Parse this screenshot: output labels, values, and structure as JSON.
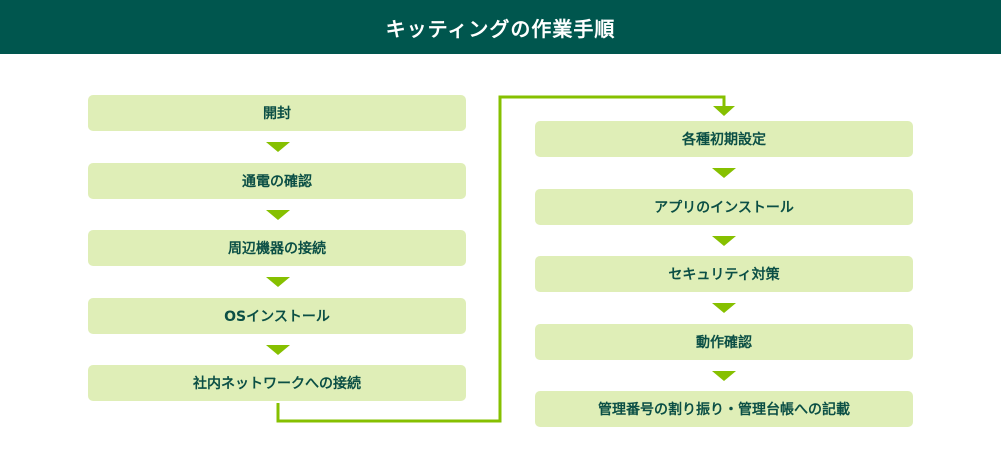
{
  "title": "キッティングの作業手順",
  "left_steps": [
    "開封",
    "通電の確認",
    "周辺機器の接続",
    "OSインストール",
    "社内ネットワークへの接続"
  ],
  "right_steps": [
    "各種初期設定",
    "アプリのインストール",
    "セキュリティ対策",
    "動作確認",
    "管理番号の割り振り・管理台帳への記載"
  ],
  "colors": {
    "header": "#00564e",
    "box": "#dfeeb7",
    "arrow": "#86c000",
    "text": "#0b4f45"
  }
}
